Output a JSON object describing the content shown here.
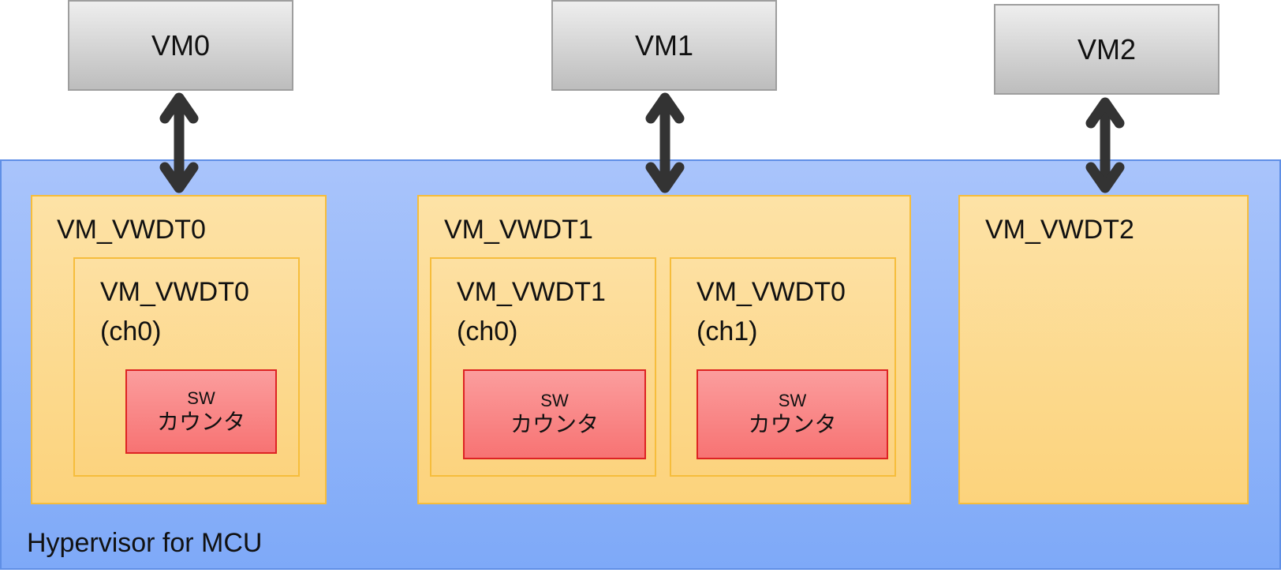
{
  "vms": [
    {
      "label": "VM0"
    },
    {
      "label": "VM1"
    },
    {
      "label": "VM2"
    }
  ],
  "hypervisor": {
    "label": "Hypervisor for MCU"
  },
  "vwdt": [
    {
      "title": "VM_VWDT0",
      "channels": [
        {
          "line1": "VM_VWDT0",
          "line2": "(ch0)",
          "sw_line1": "SW",
          "sw_line2": "カウンタ"
        }
      ]
    },
    {
      "title": "VM_VWDT1",
      "channels": [
        {
          "line1": "VM_VWDT1",
          "line2": "(ch0)",
          "sw_line1": "SW",
          "sw_line2": "カウンタ"
        },
        {
          "line1": "VM_VWDT0",
          "line2": "(ch1)",
          "sw_line1": "SW",
          "sw_line2": "カウンタ"
        }
      ]
    },
    {
      "title": "VM_VWDT2",
      "channels": []
    }
  ],
  "colors": {
    "vm_box": "#c8c8c8",
    "hypervisor": "#8fb3f9",
    "vwdt_box": "#fcd890",
    "sw_counter": "#f98686",
    "arrow": "#333333"
  }
}
